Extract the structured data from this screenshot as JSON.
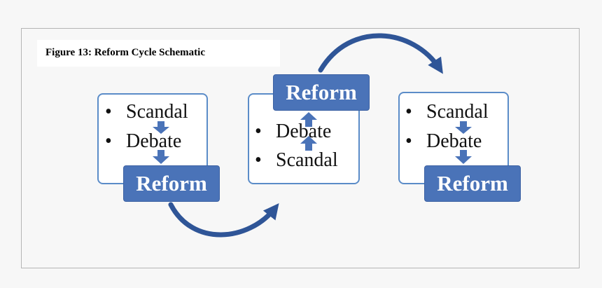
{
  "caption": "Figure 13: Reform Cycle Schematic",
  "stages": [
    {
      "items": [
        "Scandal",
        "Debate"
      ],
      "result": "Reform"
    },
    {
      "items": [
        "Debate",
        "Scandal"
      ],
      "result": "Reform"
    },
    {
      "items": [
        "Scandal",
        "Debate"
      ],
      "result": "Reform"
    }
  ],
  "bullet_char": "•",
  "colors": {
    "arrow": "#2f5597",
    "box": "#4a73b8",
    "border": "#5b8cc8"
  }
}
